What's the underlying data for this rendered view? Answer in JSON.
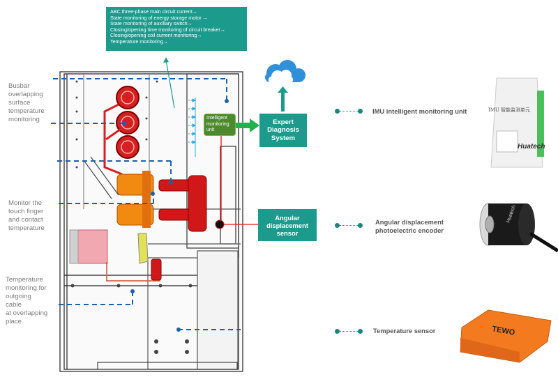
{
  "monitoring_functions": {
    "items": [
      "ABC three-phase main circuit current→",
      "State monitoring of energy storage motor →",
      "State monitoring of auxiliary switch→",
      "Closing/opening time monitoring of circuit breaker→",
      "Closing/opening coil current monitoring→",
      "Temperature monitoring→"
    ]
  },
  "left_labels": {
    "busbar": [
      "Busbar",
      "overlapping",
      "surface",
      "temperature",
      "monitoring"
    ],
    "touch_finger": [
      "Monitor the",
      "touch finger",
      "and contact",
      "temperature"
    ],
    "outgoing_cable": [
      "Temperature",
      "monitoring for",
      "outgoing",
      "cable",
      "at overlapping",
      "place"
    ]
  },
  "diagram_boxes": {
    "intelligent_unit": [
      "Intelligent",
      "monitoring",
      "unit"
    ],
    "expert_system": [
      "Expert",
      "Diagnosis",
      "System"
    ],
    "angular_sensor": [
      "Angular",
      "displacement",
      "sensor"
    ]
  },
  "products": [
    {
      "label": "IMU intelligent monitoring unit",
      "image": "imu-device",
      "brand": "Huatech",
      "chinese_text": "IMU 智能监测单元"
    },
    {
      "label_lines": [
        "Angular displacement",
        "photoelectric encoder"
      ],
      "image": "encoder",
      "brand": "Huatech"
    },
    {
      "label": "Temperature sensor",
      "image": "temperature-sensor-pad",
      "brand": "TEWO"
    }
  ],
  "colors": {
    "teal": "#1c9b8d",
    "green_unit": "#4e8a2d",
    "arrow_green": "#22b14c",
    "dash_blue": "#1e5fa8",
    "red_line": "#e0141e",
    "cloud_blue": "#2f8fd8"
  }
}
